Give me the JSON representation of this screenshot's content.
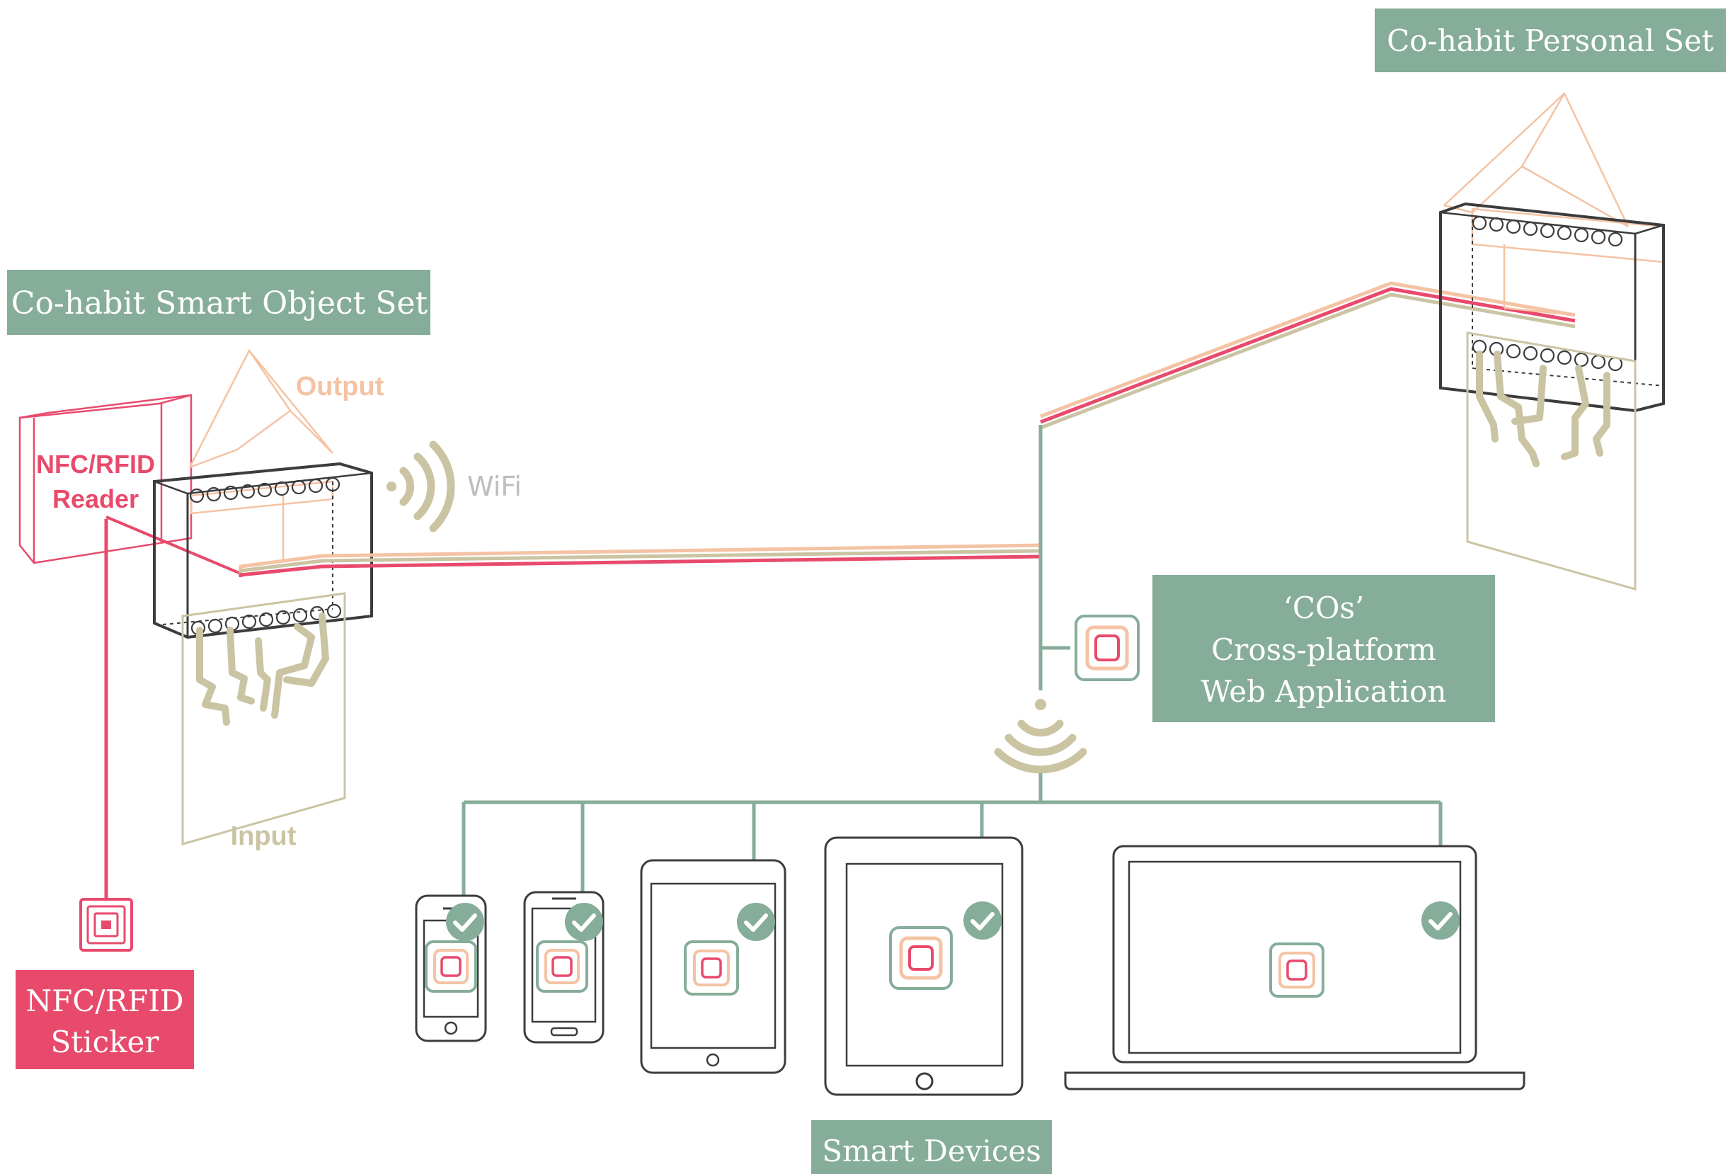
{
  "labels": {
    "smart_object_set": "Co-habit Smart Object Set",
    "personal_set": "Co-habit Personal Set",
    "output": "Output",
    "input": "Input",
    "wifi": "WiFi",
    "reader_line1": "NFC/RFID",
    "reader_line2": "Reader",
    "sticker_line1": "NFC/RFID",
    "sticker_line2": "Sticker",
    "cos_line1": "‘COs’",
    "cos_line2": "Cross-platform",
    "cos_line3": "Web Application",
    "smart_devices": "Smart Devices"
  },
  "colors": {
    "green": "#86ad99",
    "pink": "#e84a6c",
    "peach": "#f4c3a4",
    "olive": "#cbc4a3",
    "dark": "#3c3c3c",
    "white": "#ffffff"
  },
  "icons": {
    "wifi_left": "wifi-icon",
    "wifi_center": "wifi-icon",
    "app": "cos-app-icon",
    "check": "check-icon",
    "nfc_tag": "nfc-tag-icon"
  }
}
